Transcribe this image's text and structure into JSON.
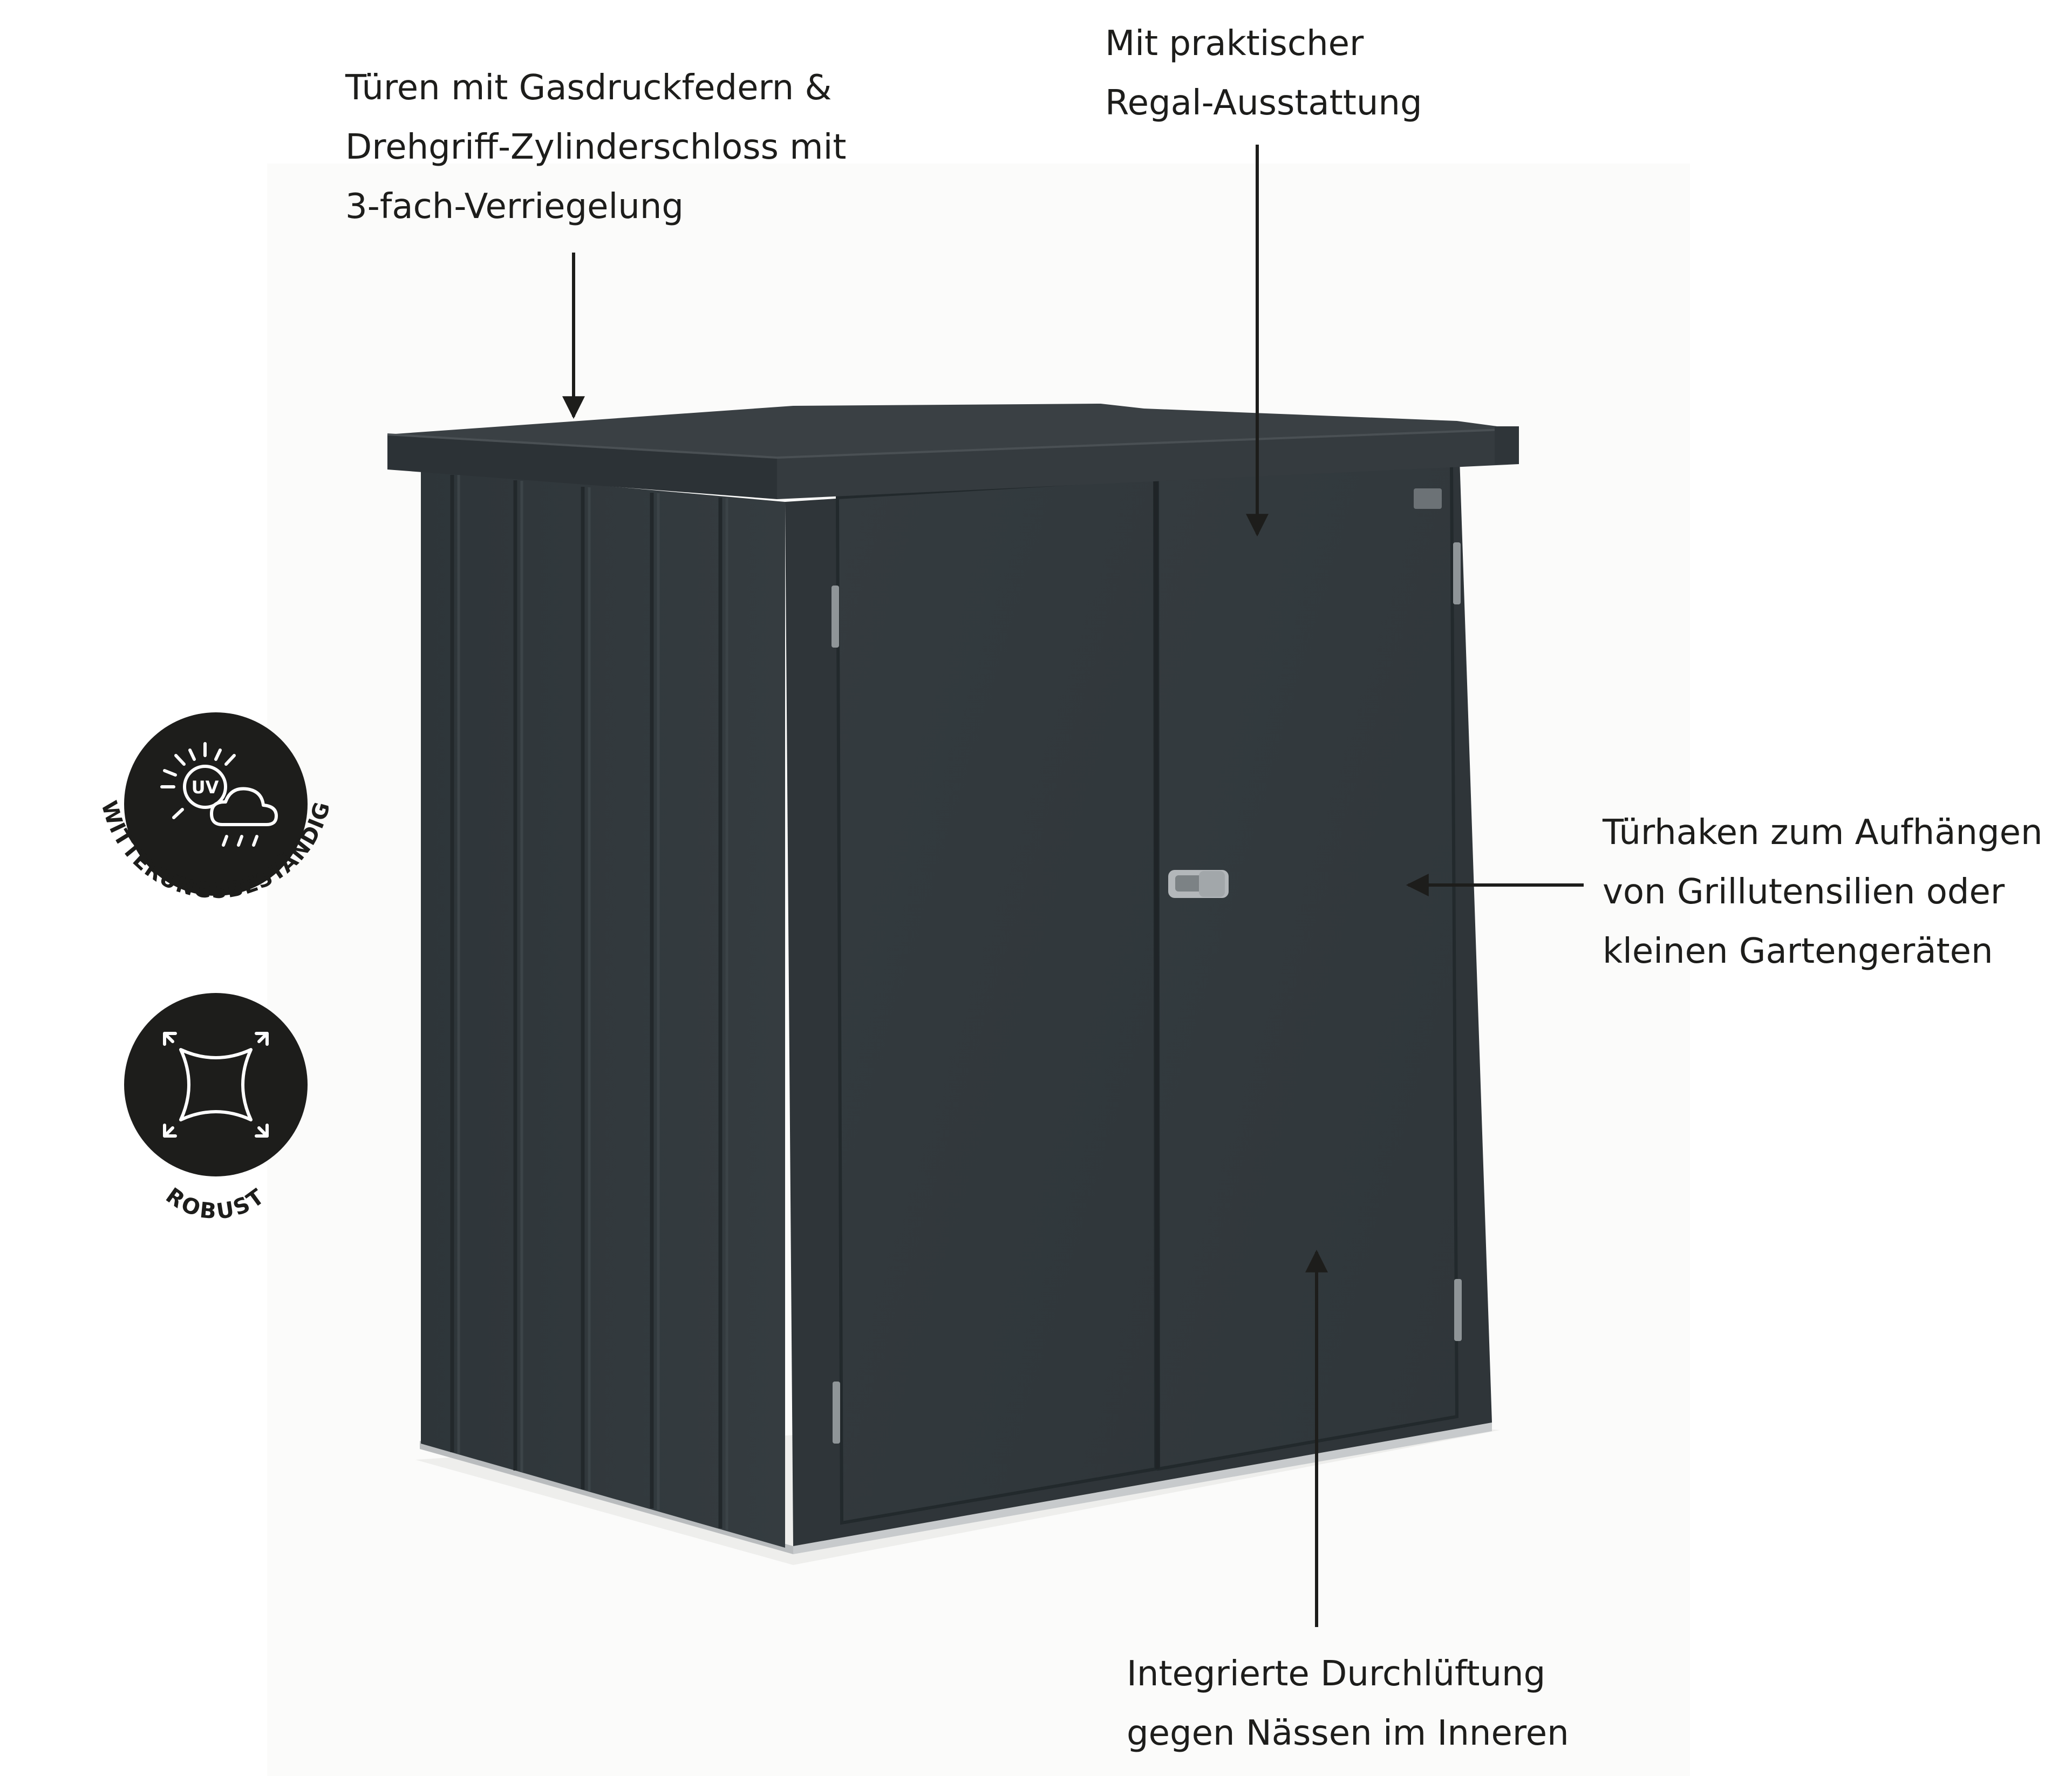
{
  "callouts": {
    "doors": {
      "lines": [
        "Türen mit Gasdruckfedern &",
        "Drehgriff-Zylinderschloss mit",
        "3-fach-Verriegelung"
      ]
    },
    "shelf": {
      "lines": [
        "Mit praktischer",
        "Regal-Ausstattung"
      ]
    },
    "hooks": {
      "lines": [
        "Türhaken zum Aufhängen",
        "von Grillutensilien oder",
        "kleinen Gartengeräten"
      ]
    },
    "ventilation": {
      "lines": [
        "Integrierte Durchlüftung",
        "gegen Nässen im Inneren"
      ]
    }
  },
  "badges": {
    "weather": {
      "icon": "uv-sun-cloud-icon",
      "icon_text": "UV",
      "label": "WITTERUNGSBESTÄNDIG"
    },
    "robust": {
      "icon": "robust-square-arrows-icon",
      "label": "ROBUST"
    }
  },
  "colors": {
    "text": "#1d1d1b",
    "shed": "#30373b",
    "shed_dark": "#262c30",
    "badge": "#1d1d1b",
    "photo_bg": "#fbfbfa"
  }
}
